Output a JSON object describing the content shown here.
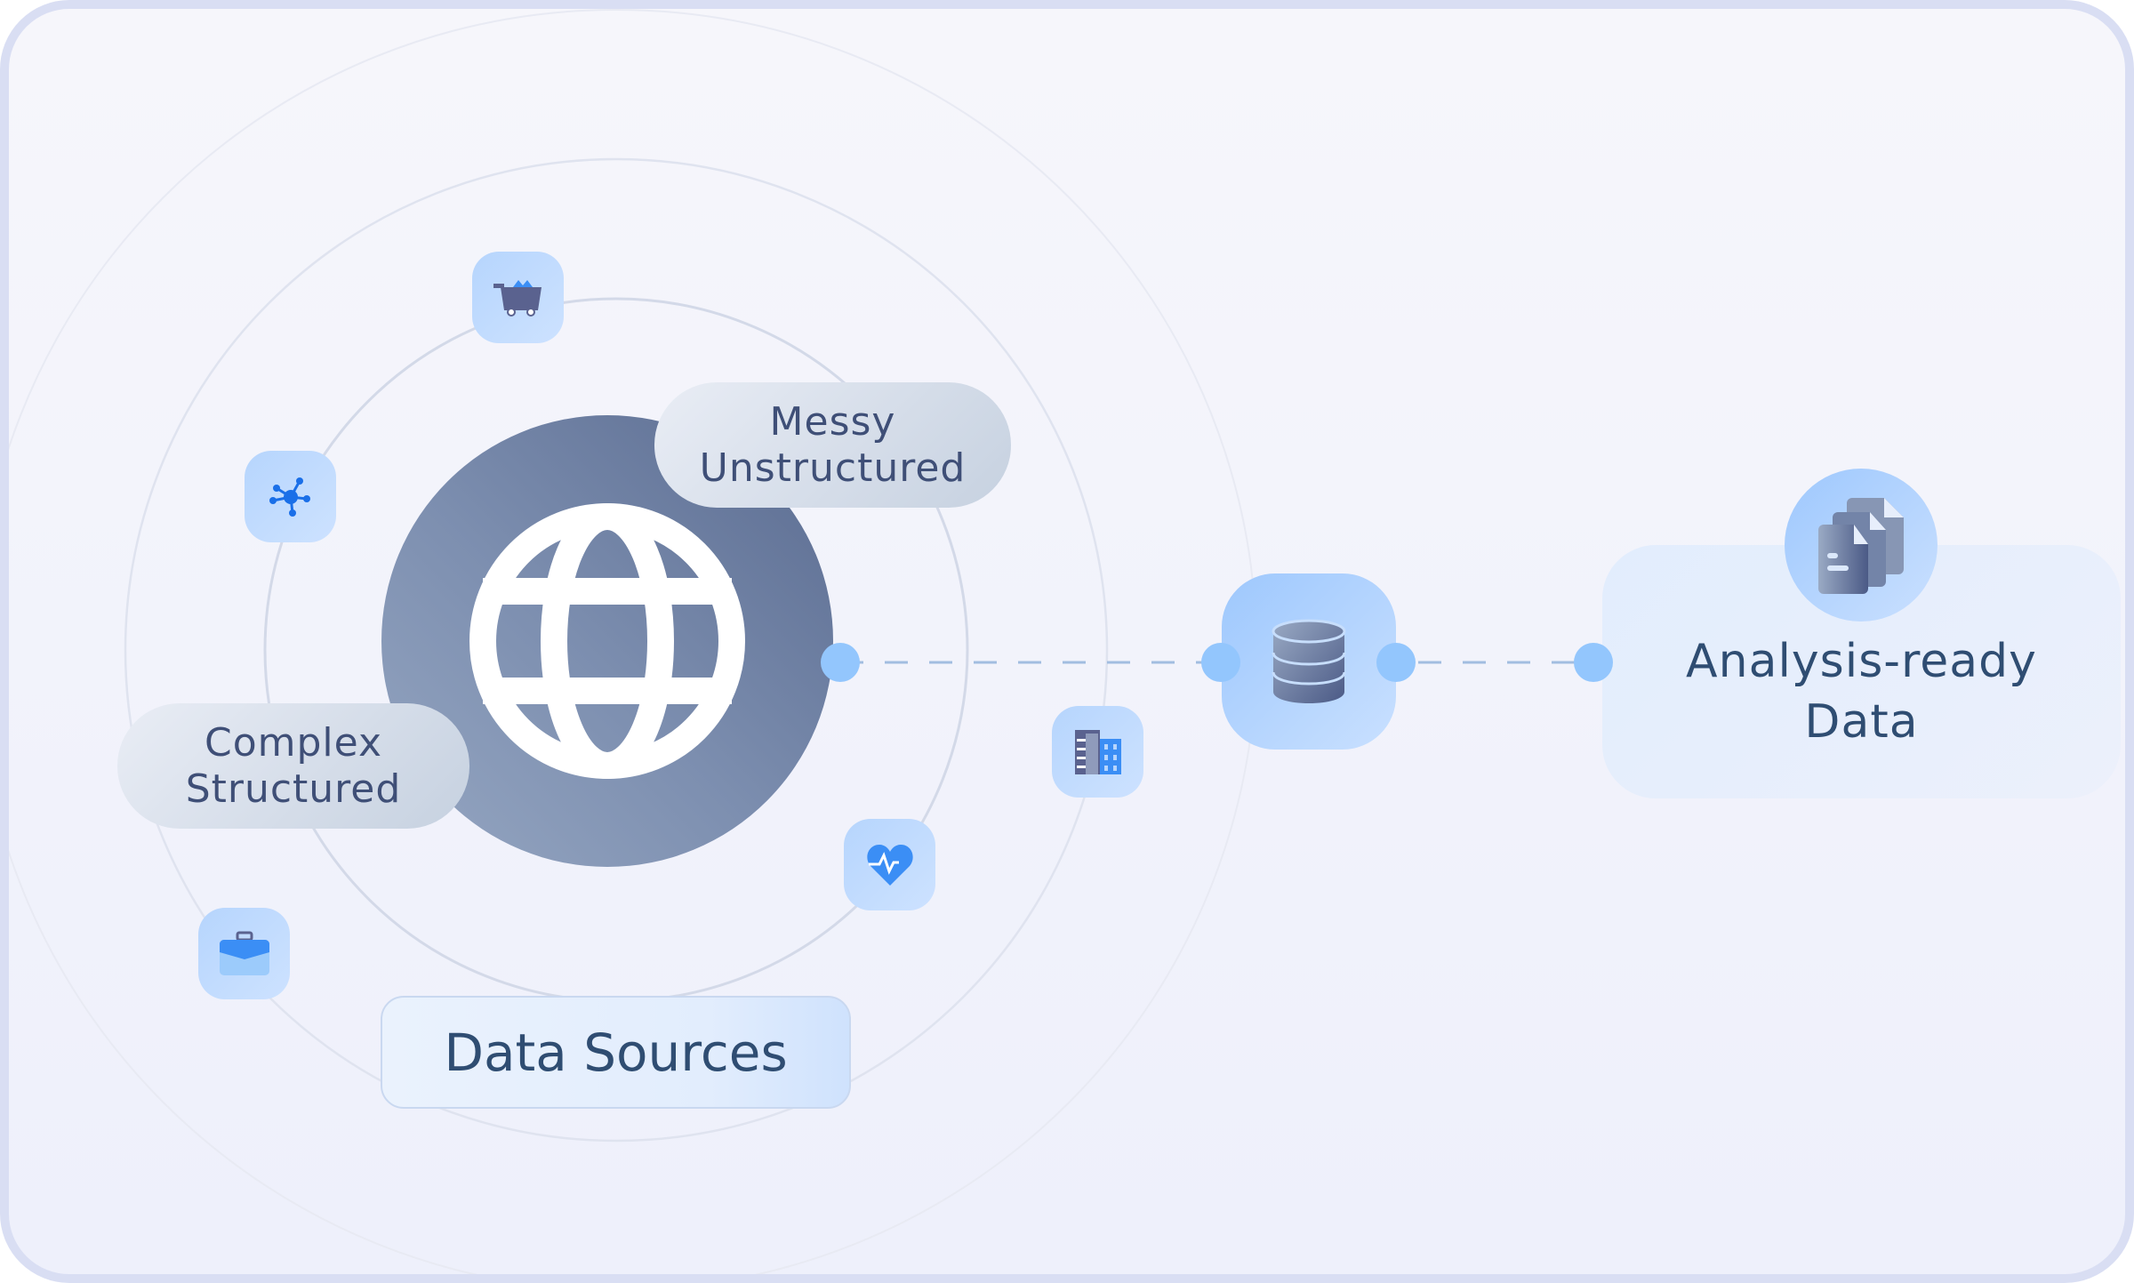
{
  "labels": {
    "messy": [
      "Messy",
      "Unstructured"
    ],
    "complex": [
      "Complex",
      "Structured"
    ],
    "data_sources": "Data Sources",
    "output": [
      "Analysis-ready",
      "Data"
    ]
  },
  "icons": [
    "mining-cart-icon",
    "network-icon",
    "briefcase-icon",
    "heart-pulse-icon",
    "building-icon",
    "globe-icon",
    "database-icon",
    "documents-icon"
  ],
  "colors": {
    "accent": "#93c6fd",
    "text": "#2f4d72",
    "pill_text": "#3f4f77",
    "globe": "#6b7ea3"
  }
}
